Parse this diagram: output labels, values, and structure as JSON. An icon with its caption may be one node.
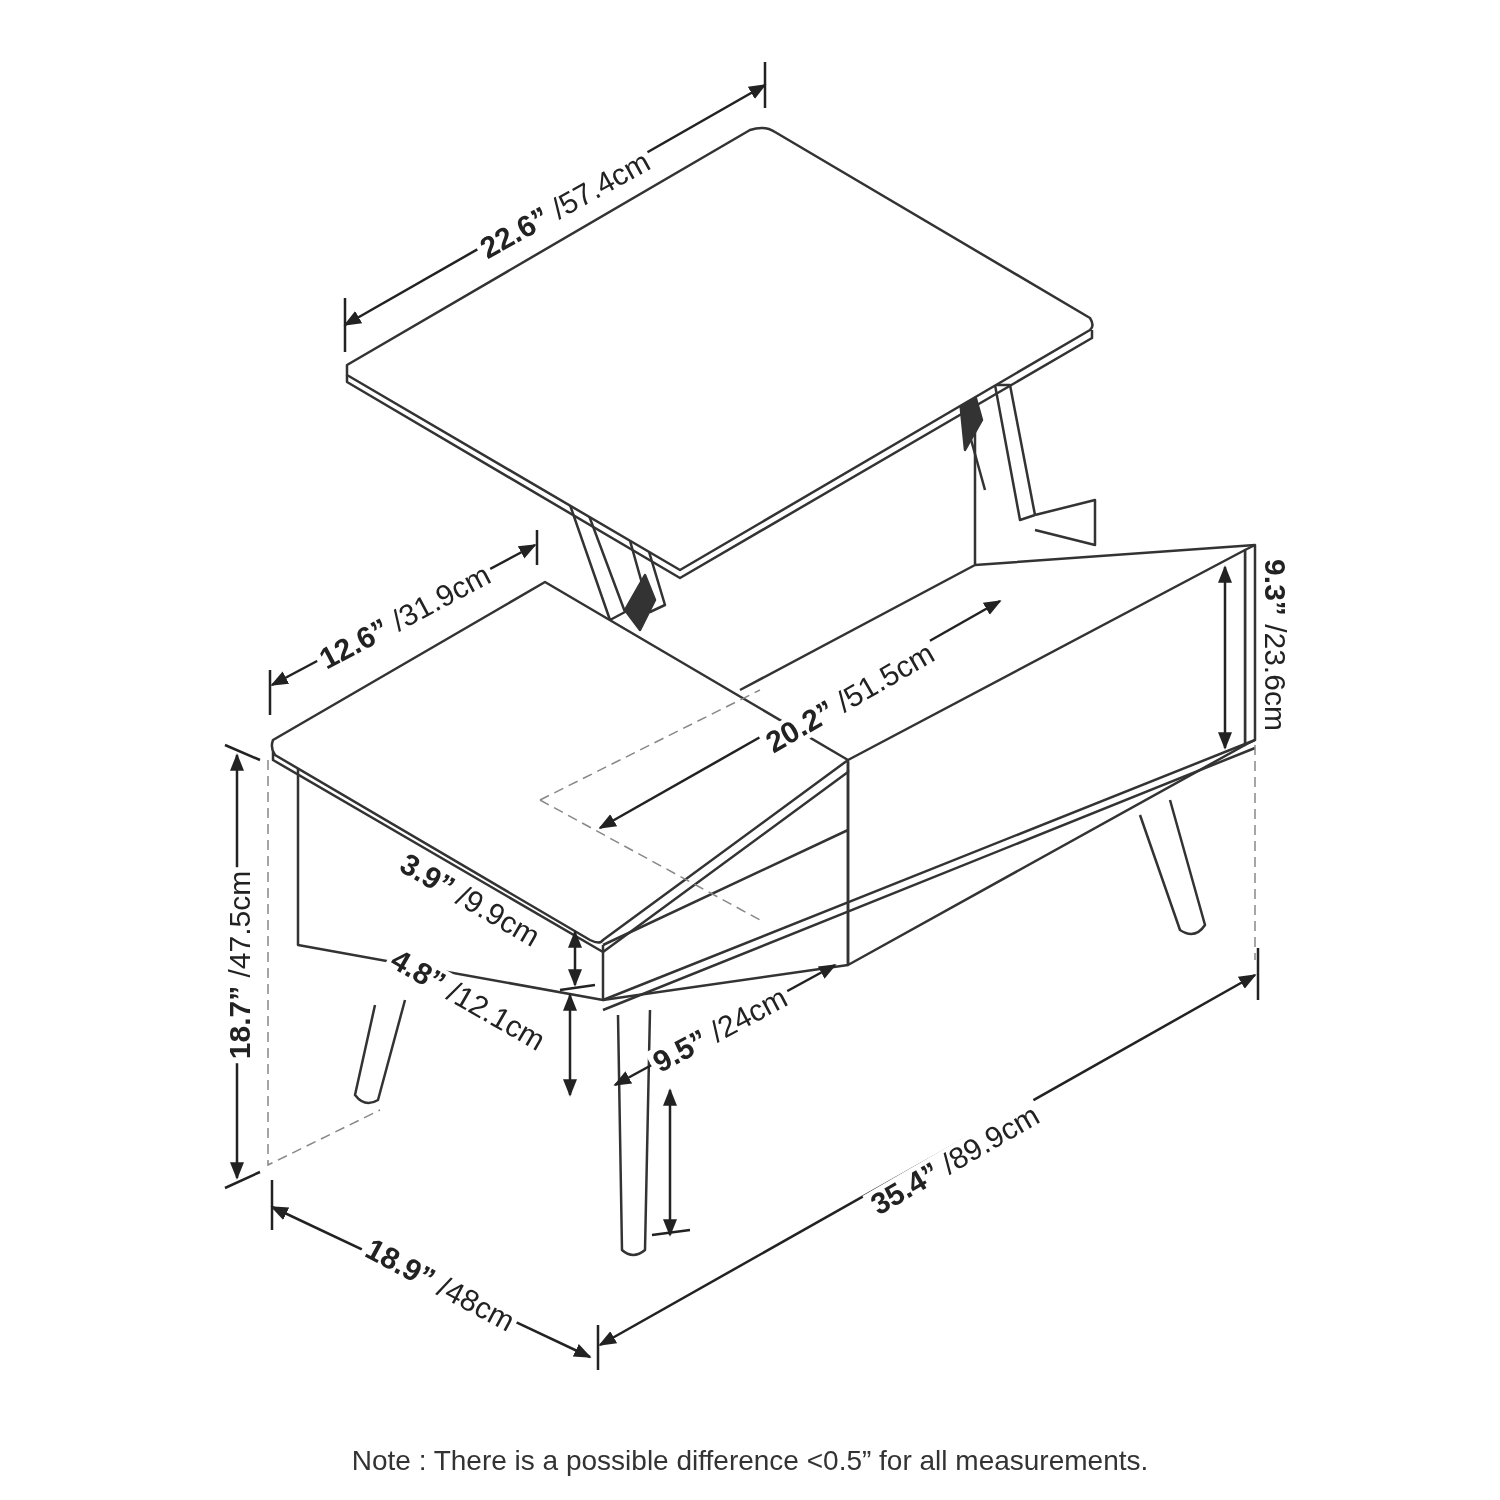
{
  "diagram": {
    "caption": "Note : There is a possible difference <0.5” for all measurements.",
    "labels": [
      "**22.6”** /57.4cm",
      "**12.6”** /31.9cm",
      "**9.3”** /23.6cm",
      "**20.2”** /51.5cm",
      "**18.7”** /47.5cm",
      "**3.9”** /9.9cm",
      "**4.8”** /12.1cm",
      "**9.5”** /24cm",
      "**35.4”** /89.9cm",
      "**18.9”** /48cm"
    ]
  }
}
